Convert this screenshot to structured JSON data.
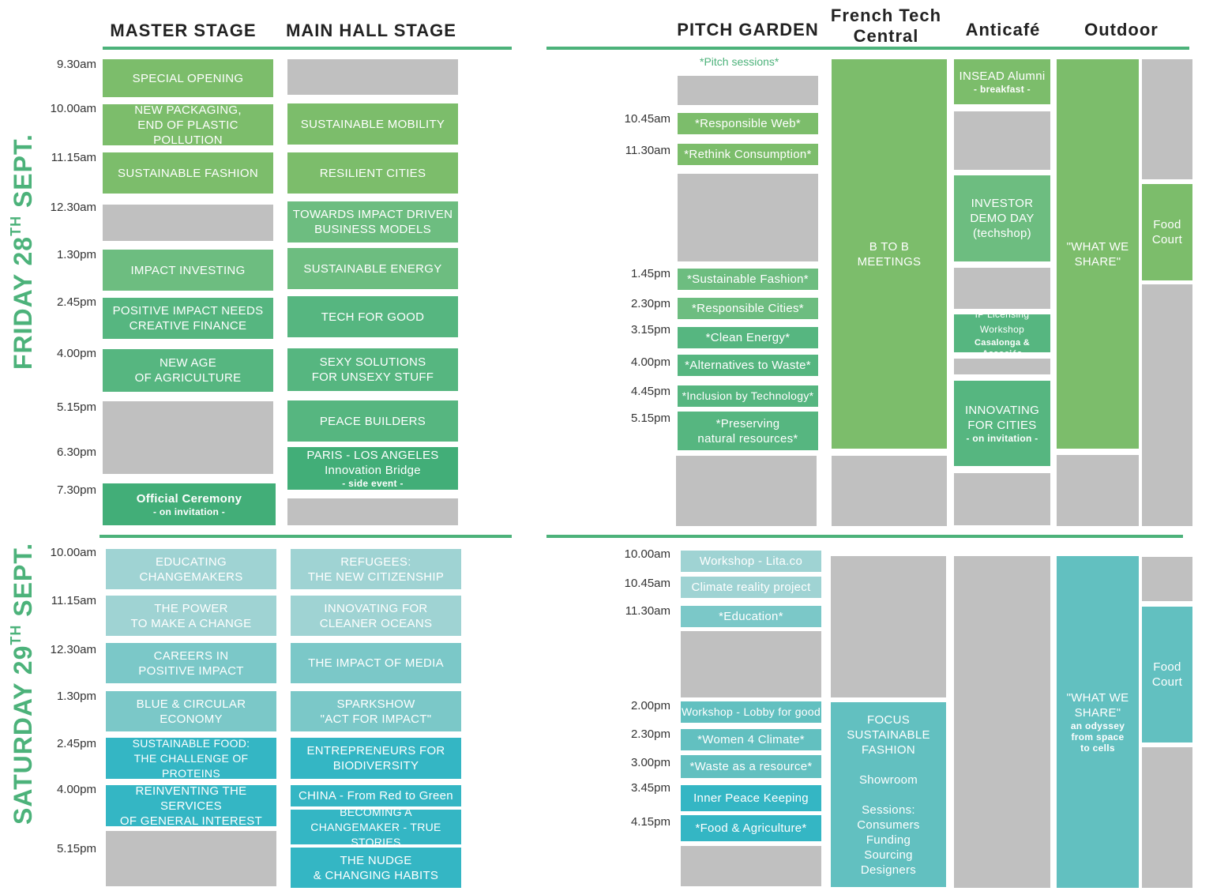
{
  "headers": {
    "master_stage": "MASTER STAGE",
    "main_hall": "MAIN HALL STAGE",
    "pitch_garden": "PITCH GARDEN",
    "french_tech": "French Tech\nCentral",
    "anticafe": "Anticafé",
    "outdoor": "Outdoor"
  },
  "days": {
    "friday": {
      "pre": "FRIDAY 28",
      "sup": "TH",
      "post": " SEPT."
    },
    "saturday": {
      "pre": "SATURDAY 29",
      "sup": "TH",
      "post": " SEPT."
    }
  },
  "times_fri_left": [
    "9.30am",
    "10.00am",
    "11.15am",
    "12.30am",
    "1.30pm",
    "2.45pm",
    "4.00pm",
    "5.15pm",
    "6.30pm",
    "7.30pm"
  ],
  "times_sat_left": [
    "10.00am",
    "11.15am",
    "12.30am",
    "1.30pm",
    "2.45pm",
    "4.00pm",
    "5.15pm"
  ],
  "times_fri_right": [
    "10.45am",
    "11.30am",
    "1.45pm",
    "2.30pm",
    "3.15pm",
    "4.00pm",
    "4.45pm",
    "5.15pm"
  ],
  "times_sat_right": [
    "10.00am",
    "10.45am",
    "11.30am",
    "2.00pm",
    "2.30pm",
    "3.00pm",
    "3.45pm",
    "4.15pm"
  ],
  "pitch_note": "*Pitch sessions*",
  "fri_master": [
    {
      "main": "SPECIAL OPENING"
    },
    {
      "main": "NEW PACKAGING,\nEND OF PLASTIC POLLUTION"
    },
    {
      "main": "SUSTAINABLE FASHION"
    },
    {
      "main": "IMPACT INVESTING"
    },
    {
      "main": "POSITIVE IMPACT NEEDS\nCREATIVE FINANCE"
    },
    {
      "main": "NEW AGE\nOF AGRICULTURE"
    },
    {
      "main": "Official Ceremony",
      "sub": "- on invitation -"
    }
  ],
  "fri_main": [
    {
      "main": "SUSTAINABLE MOBILITY"
    },
    {
      "main": "RESILIENT CITIES"
    },
    {
      "main": "TOWARDS IMPACT DRIVEN\nBUSINESS MODELS"
    },
    {
      "main": "SUSTAINABLE ENERGY"
    },
    {
      "main": "TECH FOR GOOD"
    },
    {
      "main": "SEXY SOLUTIONS\nFOR UNSEXY STUFF"
    },
    {
      "main": "PEACE BUILDERS"
    },
    {
      "main": "PARIS - LOS ANGELES",
      "main2": "Innovation Bridge",
      "sub": "- side event -"
    }
  ],
  "fri_pitch": [
    "*Responsible Web*",
    "*Rethink Consumption*",
    "*Sustainable Fashion*",
    "*Responsible Cities*",
    "*Clean Energy*",
    "*Alternatives to Waste*",
    "*Inclusion by Technology*",
    "*Preserving\nnatural resources*"
  ],
  "fri_french": "B TO B\nMEETINGS",
  "fri_anticafe": [
    {
      "main": "INSEAD Alumni",
      "sub": "- breakfast -"
    },
    {
      "main": "INVESTOR\nDEMO DAY\n(techshop)"
    },
    {
      "main": "IP Licensing\nWorkshop",
      "sub": "Casalonga & Associés"
    },
    {
      "main": "INNOVATING\nFOR CITIES",
      "sub": "- on invitation -"
    }
  ],
  "fri_outdoor": "\"WHAT WE\nSHARE\"",
  "fri_food": "Food\nCourt",
  "sat_master": [
    {
      "main": "EDUCATING\nCHANGEMAKERS"
    },
    {
      "main": "THE POWER\nTO MAKE A CHANGE"
    },
    {
      "main": "CAREERS IN\nPOSITIVE IMPACT"
    },
    {
      "main": "BLUE & CIRCULAR\nECONOMY"
    },
    {
      "main": "SUSTAINABLE FOOD:\nTHE CHALLENGE OF PROTEINS"
    },
    {
      "main": "REINVENTING THE SERVICES\nOF GENERAL INTEREST"
    }
  ],
  "sat_main": [
    {
      "main": "REFUGEES:\nTHE NEW CITIZENSHIP"
    },
    {
      "main": "INNOVATING FOR\nCLEANER OCEANS"
    },
    {
      "main": "THE IMPACT OF MEDIA"
    },
    {
      "main": "SPARKSHOW\n\"ACT FOR IMPACT\""
    },
    {
      "main": "ENTREPRENEURS FOR\nBIODIVERSITY"
    },
    {
      "main": "CHINA - From Red to Green"
    },
    {
      "main": "BECOMING A\nCHANGEMAKER - True stories"
    },
    {
      "main": "THE NUDGE\n& CHANGING HABITS"
    }
  ],
  "sat_pitch": [
    "Workshop - Lita.co",
    "Climate reality project",
    "*Education*",
    "Workshop - Lobby for good",
    "*Women 4 Climate*",
    "*Waste as a resource*",
    "Inner Peace Keeping",
    "*Food & Agriculture*"
  ],
  "sat_french": "FOCUS\nSUSTAINABLE\nFASHION\n\nShowroom\n\nSessions:\nConsumers\nFunding\nSourcing\nDesigners",
  "sat_outdoor": {
    "main": "\"WHAT WE\nSHARE\"",
    "sub": "an odyssey\nfrom space\nto cells"
  },
  "sat_food": "Food\nCourt",
  "colors": {
    "accent": "#4cb27a",
    "grey": "#c0c0c0",
    "green_light": "#7cbd6b",
    "teal": "#34b6c4"
  }
}
